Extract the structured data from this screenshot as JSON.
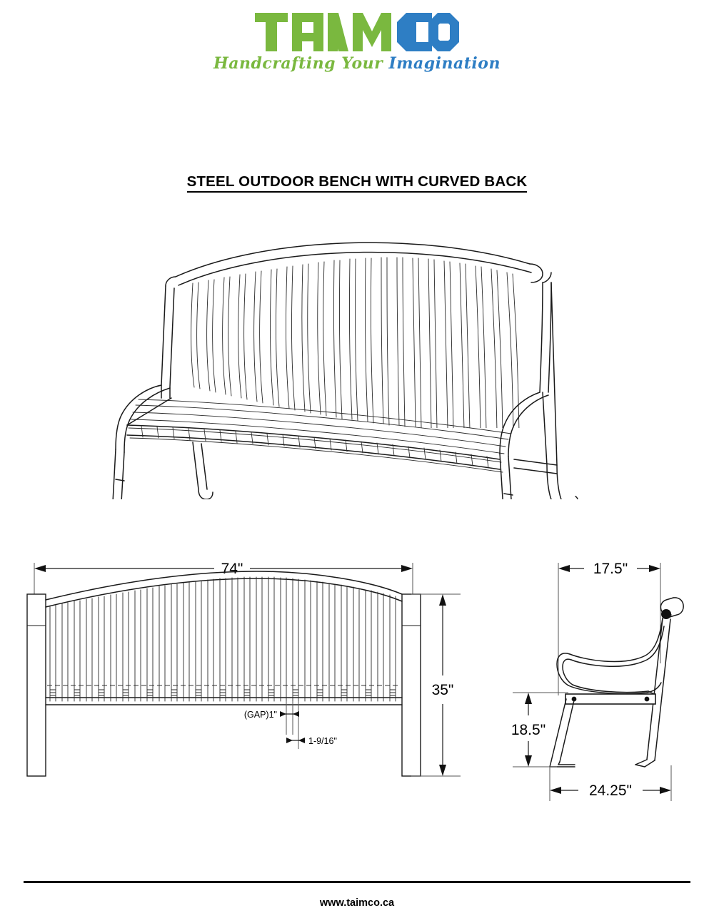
{
  "brand": {
    "logo_text_primary": "TAIM",
    "logo_text_secondary": "CO",
    "logo_full": "TAIMCO",
    "tagline_part1": "Handcrafting",
    "tagline_part2": "Your",
    "tagline_part3": "Imagination",
    "green": "#7ab83f",
    "blue": "#2e7ec4"
  },
  "document": {
    "title": "STEEL OUTDOOR BENCH WITH CURVED BACK"
  },
  "views": {
    "iso": {
      "name": "isometric-bench-view",
      "caption": ""
    },
    "front": {
      "name": "front-elevation-view",
      "caption": ""
    },
    "side": {
      "name": "side-elevation-view",
      "caption": ""
    }
  },
  "dimensions": {
    "overall_width": "74\"",
    "overall_height": "35\"",
    "slat_gap": "(GAP)1\"",
    "slat_width": "1-9/16\"",
    "top_depth": "17.5\"",
    "seat_height": "18.5\"",
    "base_depth": "24.25\""
  },
  "footer": {
    "website": "www.taimco.ca"
  }
}
